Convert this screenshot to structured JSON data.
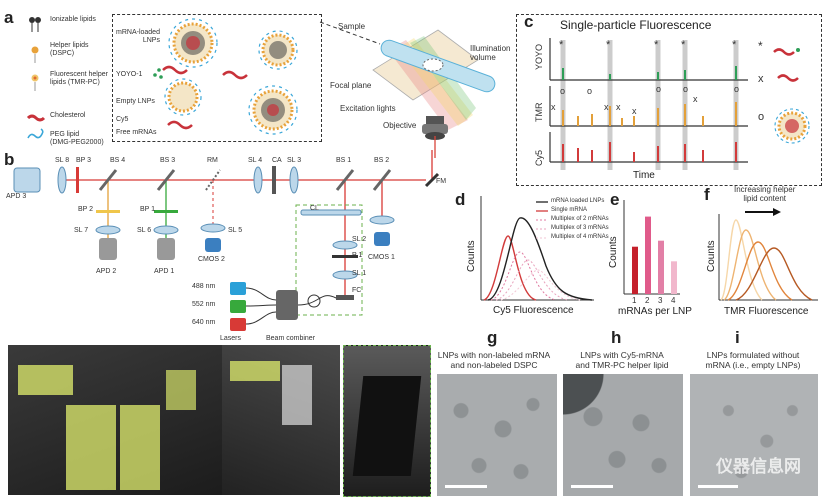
{
  "panel_letters": {
    "a": "a",
    "b": "b",
    "c": "c",
    "d": "d",
    "e": "e",
    "f": "f",
    "g": "g",
    "h": "h",
    "i": "i"
  },
  "panel_a": {
    "legend": [
      {
        "label": "Ionizable lipids",
        "icon": "ionizable-lipid-icon"
      },
      {
        "label": "Helper lipids\n(DSPC)",
        "icon": "helper-lipid-icon"
      },
      {
        "label": "Fluorescent helper\nlipids (TMR-PC)",
        "icon": "fluorescent-helper-lipid-icon"
      },
      {
        "label": "Cholesterol",
        "icon": "cholesterol-icon"
      },
      {
        "label": "PEG lipid\n(DMG-PEG2000)",
        "icon": "peg-lipid-icon"
      }
    ],
    "sample_labels": [
      "mRNA-loaded\nLNPs",
      "YOYO-1",
      "Empty LNPs",
      "Cy5",
      "Free mRNAs"
    ],
    "sample_title": "Sample",
    "optics_labels": {
      "focal_plane": "Focal plane",
      "excitation": "Excitation lights",
      "illumination": "Illumination\nvolume",
      "objective": "Objective"
    },
    "colors": {
      "yoyo": "#2e9e57",
      "tmr": "#e3a03a",
      "cy5": "#d23b3b",
      "peg": "#3ba7d8"
    }
  },
  "panel_b": {
    "components": [
      "SL 8",
      "BP 3",
      "BS 4",
      "BS 3",
      "RM",
      "SL 4",
      "CA",
      "SL 3",
      "BS 1",
      "BS 2",
      "APD 3",
      "BP 2",
      "BP 1",
      "SL 7",
      "SL 6",
      "APD 2",
      "APD 1",
      "SL 5",
      "CMOS 2",
      "FM",
      "CL",
      "SL 2",
      "P 1",
      "SL 1",
      "FC",
      "CMOS 1"
    ],
    "lasers": [
      "488 nm",
      "552 nm",
      "640 nm"
    ],
    "laser_colors": [
      "#2aa0d8",
      "#37a93c",
      "#d83a36"
    ],
    "lasers_label": "Lasers",
    "combiner_label": "Beam combiner"
  },
  "panel_c": {
    "title": "Single-particle Fluorescence",
    "channels": [
      "YOYO",
      "TMR",
      "Cy5"
    ],
    "xlabel": "Time"
  },
  "panel_d": {
    "ylabel": "Counts",
    "xlabel": "Cy5 Fluorescence",
    "legend": [
      "mRNA loaded LNPs",
      "Single mRNA",
      "Multiplex of 2 mRNAs",
      "Multiplex of 3 mRNAs",
      "Multiplex of 4 mRNAs"
    ]
  },
  "panel_e": {
    "ylabel": "Counts",
    "xlabel": "mRNAs per LNP",
    "categories": [
      "1",
      "2",
      "3",
      "4"
    ],
    "values": [
      0.55,
      0.9,
      0.62,
      0.38
    ],
    "colors": [
      "#c5202b",
      "#e05a8a",
      "#e27fa6",
      "#f1b7cc"
    ]
  },
  "panel_f": {
    "ylabel": "Counts",
    "xlabel": "TMR Fluorescence",
    "arrow_label": "Increasing helper\nlipid content"
  },
  "panel_g": {
    "caption": "LNPs with non-labeled mRNA\nand non-labeled DSPC"
  },
  "panel_h": {
    "caption": "LNPs with Cy5-mRNA\nand TMR-PC helper lipid"
  },
  "panel_i": {
    "caption": "LNPs formulated without\nmRNA (i.e., empty LNPs)"
  },
  "watermark": "仪器信息网"
}
